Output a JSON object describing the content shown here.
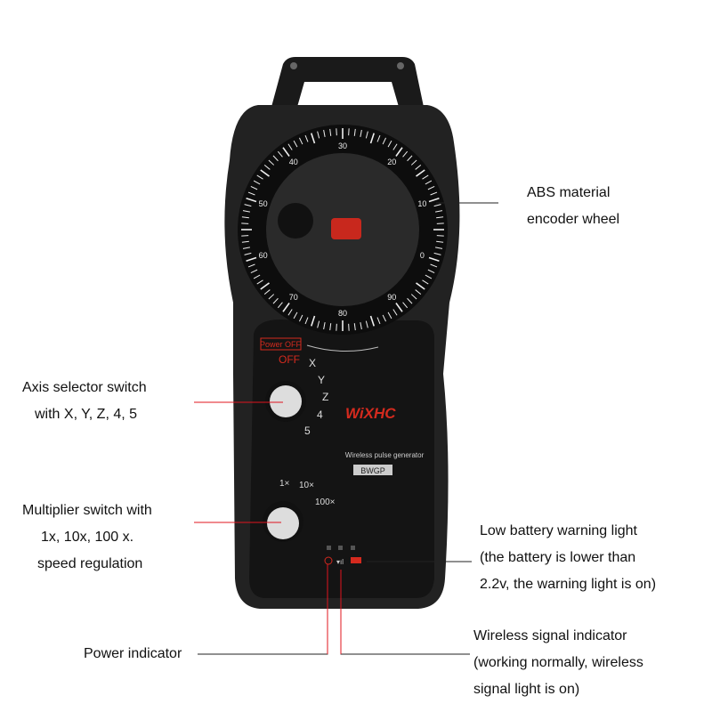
{
  "device": {
    "dial_numbers": [
      "30",
      "20",
      "10",
      "0",
      "90",
      "80",
      "70",
      "60",
      "50",
      "40"
    ],
    "power_off_badge": "Power OFF",
    "off_label": "OFF",
    "axis_positions": [
      "X",
      "Y",
      "Z",
      "4",
      "5"
    ],
    "multiplier_positions": [
      "1×",
      "10×",
      "100×"
    ],
    "brand_logo": "WiXHC",
    "product_name": "Wireless pulse generator",
    "model": "BWGP"
  },
  "callouts": {
    "encoder": [
      "ABS material",
      "encoder wheel"
    ],
    "axis": [
      "Axis selector switch",
      "with X, Y, Z, 4, 5"
    ],
    "multiplier": [
      "Multiplier switch with",
      "1x, 10x, 100 x.",
      "speed regulation"
    ],
    "battery": [
      "Low battery warning light",
      "(the battery is lower than",
      "2.2v, the warning light is on)"
    ],
    "power": "Power indicator",
    "wireless": [
      "Wireless signal indicator",
      "(working normally, wireless",
      "signal light is on)"
    ]
  },
  "colors": {
    "accent": "#d42a1e",
    "body": "#1c1c1c",
    "line": "#e0141e"
  }
}
